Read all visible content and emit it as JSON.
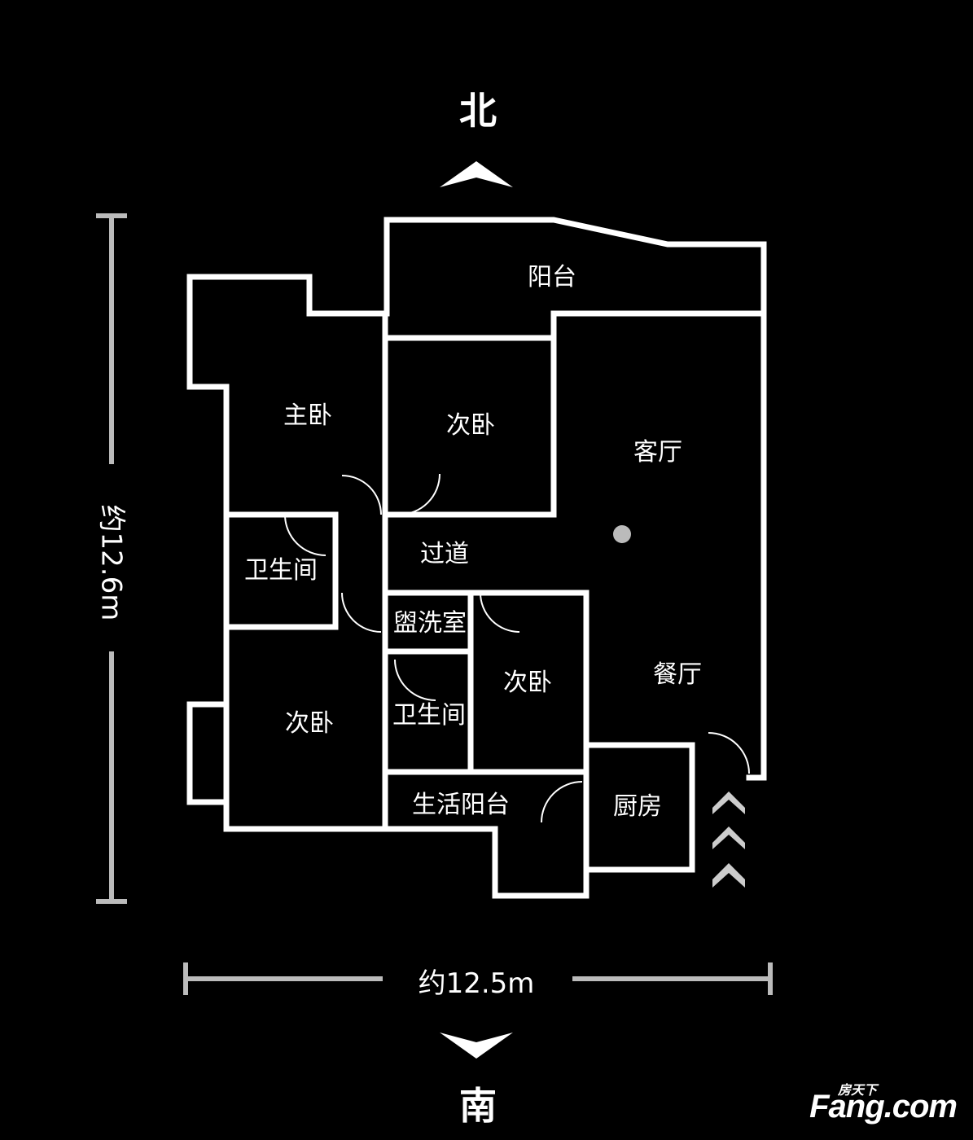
{
  "compass": {
    "north": "北",
    "south": "南"
  },
  "dimensions": {
    "height": "约12.6m",
    "width": "约12.5m"
  },
  "rooms": {
    "balcony": "阳台",
    "master_bedroom": "主卧",
    "second_bedroom_1": "次卧",
    "living_room": "客厅",
    "corridor": "过道",
    "bathroom_1": "卫生间",
    "washroom": "盥洗室",
    "second_bedroom_2": "次卧",
    "dining_room": "餐厅",
    "second_bedroom_3": "次卧",
    "bathroom_2": "卫生间",
    "utility_balcony": "生活阳台",
    "kitchen": "厨房"
  },
  "watermark": {
    "brand": "Fang.com",
    "brand_cn": "房天下"
  }
}
